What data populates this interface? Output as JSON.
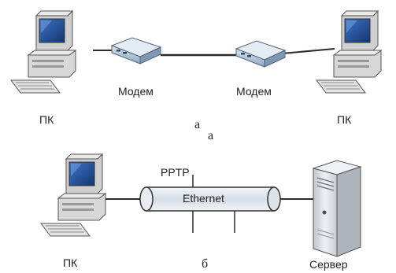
{
  "diagram_a": {
    "left_pc_label": "ПК",
    "right_pc_label": "ПК",
    "left_modem_label": "Модем",
    "right_modem_label": "Модем",
    "caption_prefix": "а",
    "caption": "а"
  },
  "diagram_b": {
    "pc_label": "ПК",
    "server_label": "Сервер",
    "protocol_label": "PPTP",
    "bus_label": "Ethernet",
    "caption": "б"
  },
  "colors": {
    "line": "#2b2b2b",
    "pc_body": "#d4d4d4",
    "screen": "#2a5aa8",
    "modem": "#a9bfd6",
    "tube": "#dfe4ec"
  },
  "icons": [
    "computer-icon",
    "modem-icon",
    "server-icon",
    "ethernet-tube-icon"
  ]
}
